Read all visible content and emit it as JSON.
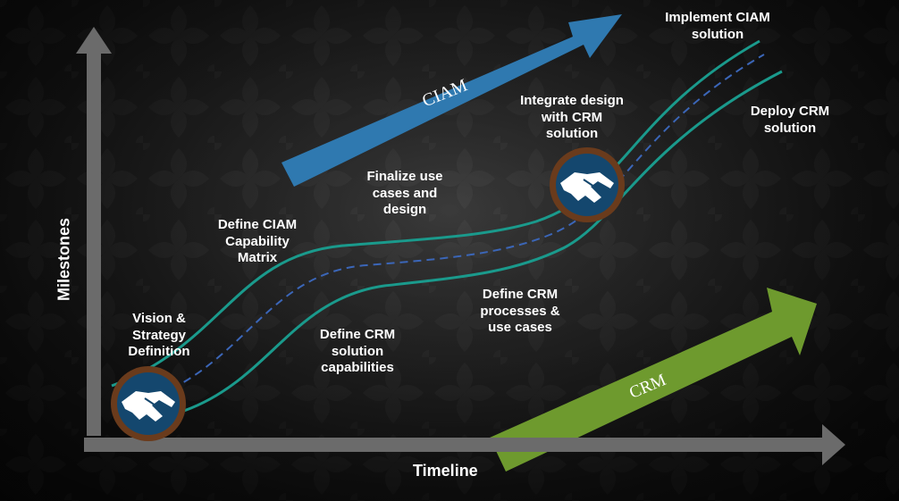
{
  "axes": {
    "x_label": "Timeline",
    "y_label": "Milestones"
  },
  "tracks": {
    "ciam": "CIAM",
    "crm": "CRM"
  },
  "milestones": {
    "vision": "Vision &\nStrategy\nDefinition",
    "define_ciam_matrix": "Define CIAM\nCapability\nMatrix",
    "finalize_use_cases": "Finalize use\ncases and\ndesign",
    "integrate_design": "Integrate design\nwith CRM\nsolution",
    "implement_ciam": "Implement  CIAM\nsolution",
    "deploy_crm": "Deploy CRM\nsolution",
    "define_crm_capabilities": "Define CRM\nsolution\ncapabilities",
    "define_crm_processes": "Define CRM\nprocesses &\nuse cases"
  },
  "colors": {
    "ciam_arrow": "#2f79b0",
    "crm_arrow": "#6e9a2e",
    "road_line": "#1a9a8c",
    "road_dash": "#3b66b8",
    "axis": "#6b6b6b",
    "badge_ring": "#6a3b1c",
    "badge_fill": "#14476e"
  },
  "icons": {
    "badge": "handshake-icon"
  }
}
